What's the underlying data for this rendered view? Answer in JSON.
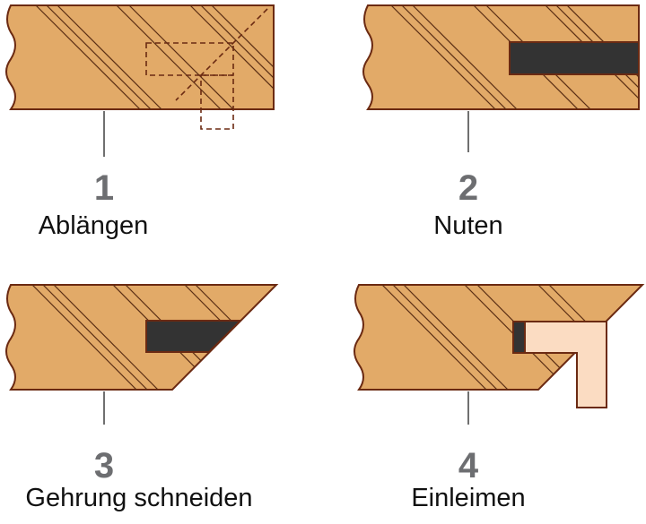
{
  "steps": [
    {
      "number": "1",
      "label": "Ablängen"
    },
    {
      "number": "2",
      "label": "Nuten"
    },
    {
      "number": "3",
      "label": "Gehrung schneiden"
    },
    {
      "number": "4",
      "label": "Einleimen"
    }
  ],
  "colors": {
    "wood": "#e2aa68",
    "outline": "#6b2a12",
    "grain": "#5a2e14",
    "groove": "#333333",
    "tongue": "#fbdcc2"
  }
}
